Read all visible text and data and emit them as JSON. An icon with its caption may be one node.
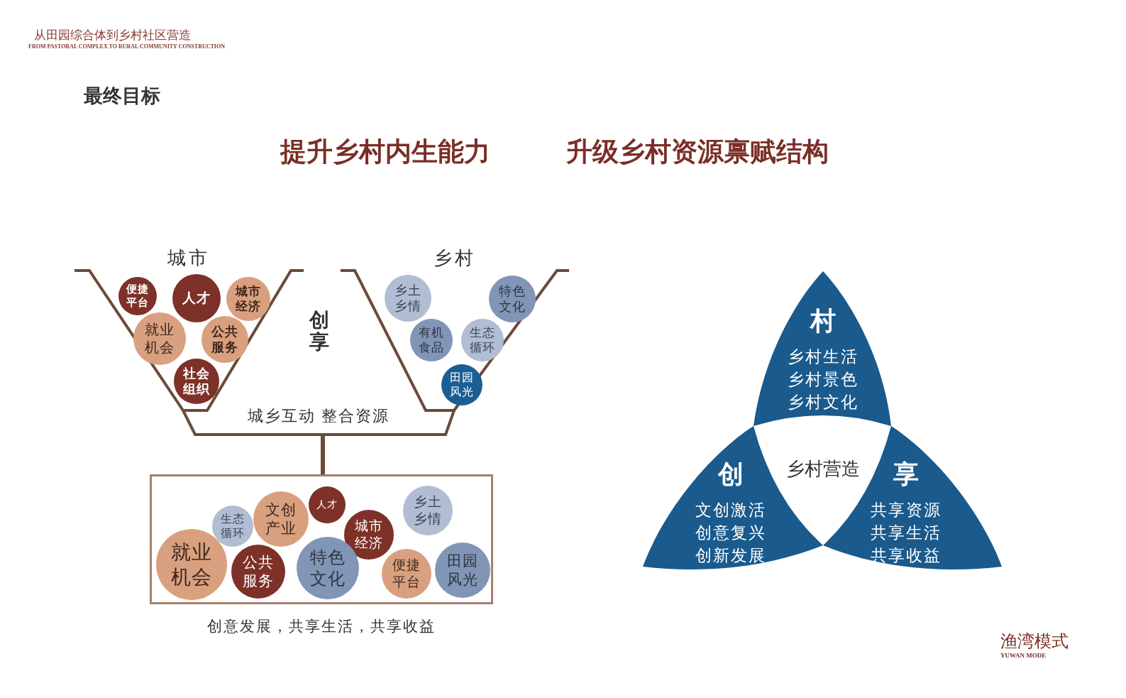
{
  "diagram": {
    "nodes": [
      {
        "text": [
          "城市"
        ]
      },
      {
        "text": [
          "便捷平台"
        ],
        "in": 0
      },
      {
        "text": [
          "人才"
        ],
        "in": 0
      },
      {
        "text": [
          "城市经济"
        ],
        "in": 0
      },
      {
        "text": [
          "就业机会"
        ],
        "in": 0
      },
      {
        "text": [
          "公共服务"
        ],
        "in": 0
      },
      {
        "text": [
          "社会组织"
        ],
        "in": 0
      },
      {
        "text": [
          "乡村"
        ]
      },
      {
        "text": [
          "乡土乡情"
        ],
        "in": 7
      },
      {
        "text": [
          "特色文化"
        ],
        "in": 7
      },
      {
        "text": [
          "有机食品"
        ],
        "in": 7
      },
      {
        "text": [
          "生态循环"
        ],
        "in": 7
      },
      {
        "text": [
          "田园风光"
        ],
        "in": 7
      },
      {
        "text": [
          "城乡互动 整合资源"
        ]
      },
      {
        "text": [],
        "shape": "box",
        "beside": [
          "创意发展，共享生活，共享收益"
        ]
      },
      {
        "text": [
          "生态循环"
        ],
        "in": 14
      },
      {
        "text": [
          "文创产业"
        ],
        "in": 14
      },
      {
        "text": [
          "人才"
        ],
        "in": 14
      },
      {
        "text": [
          "城市经济"
        ],
        "in": 14
      },
      {
        "text": [
          "乡土乡情"
        ],
        "in": 14
      },
      {
        "text": [
          "就业机会"
        ],
        "in": 14
      },
      {
        "text": [
          "公共服务"
        ],
        "in": 14
      },
      {
        "text": [
          "特色文化"
        ],
        "in": 14
      },
      {
        "text": [
          "便捷平台"
        ],
        "in": 14
      },
      {
        "text": [
          "田园风光"
        ],
        "in": 14
      },
      {
        "text": [
          "村",
          "乡村生活",
          "乡村景色",
          "乡村文化"
        ]
      },
      {
        "text": [
          "创",
          "文创激活",
          "创意复兴",
          "创新发展"
        ]
      },
      {
        "text": [
          "享",
          "共享资源",
          "共享生活",
          "共享收益"
        ]
      },
      {
        "text": [
          "乡村营造"
        ]
      }
    ],
    "edges": [
      {
        "from": 13,
        "to": 14,
        "arrow": "none"
      }
    ],
    "labels": [
      "从田园综合体到乡村社区营造",
      "FROM PASTORAL COMPLEX TO RURAL COMMUNITY CONSTRUCTION",
      "最终目标",
      "提升乡村内生能力",
      "升级乡村资源禀赋结构",
      "创享",
      "渔湾模式",
      "YUWAN MODE"
    ]
  }
}
